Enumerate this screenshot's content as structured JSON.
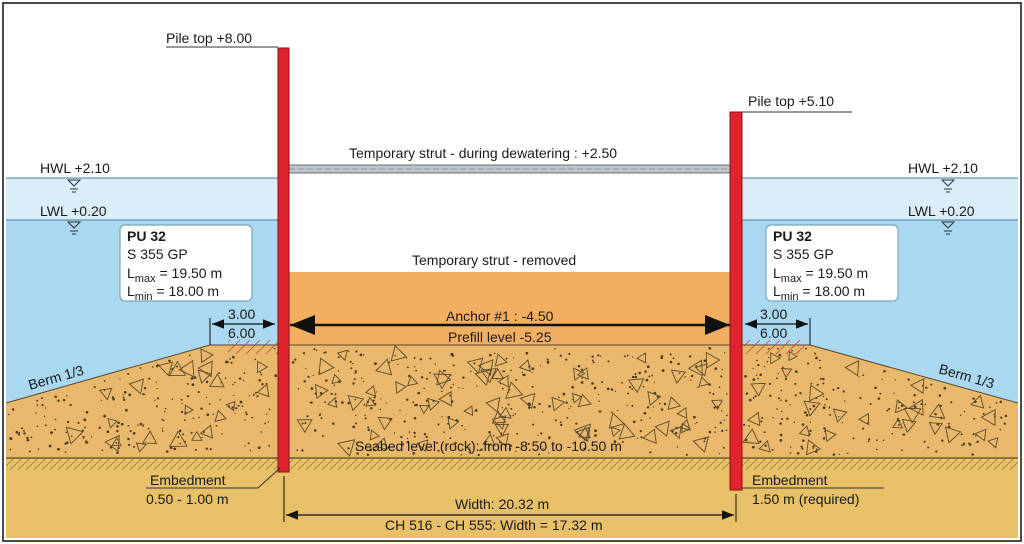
{
  "colors": {
    "water_hwl": "#d9eef8",
    "water_lwl": "#a9d8f0",
    "fill": "#f3ae62",
    "soil": "#e9b86d",
    "rock": "#e8c067",
    "pile": "#e0242e",
    "strut": "#bfc2c6",
    "box_border": "#7aa3bf",
    "frame": "#4a4a4a"
  },
  "levels": {
    "hwl_left": "HWL +2.10",
    "hwl_right": "HWL +2.10",
    "lwl_left": "LWL +0.20",
    "lwl_right": "LWL +0.20"
  },
  "piles": {
    "left_top": "Pile top +8.00",
    "right_top": "Pile top +5.10"
  },
  "struts": {
    "dewatering": "Temporary strut - during dewatering : +2.50",
    "removed": "Temporary strut - removed"
  },
  "pile_info_left": {
    "type": "PU 32",
    "steel": "S 355 GP",
    "lmax_L": "L",
    "lmax_sub": "max",
    "lmax_val": " = 19.50 m",
    "lmin_L": "L",
    "lmin_sub": "min",
    "lmin_val": " = 18.00 m"
  },
  "pile_info_right": {
    "type": "PU 32",
    "steel": "S 355 GP",
    "lmax_L": "L",
    "lmax_sub": "max",
    "lmax_val": " = 19.50 m",
    "lmin_L": "L",
    "lmin_sub": "min",
    "lmin_val": " = 18.00 m"
  },
  "dims": {
    "left_top": "3.00",
    "left_bottom": "6.00",
    "right_top": "3.00",
    "right_bottom": "6.00",
    "anchor": "Anchor #1 : -4.50",
    "prefill": "Prefill level -5.25",
    "width": "Width:  20.32 m",
    "width_ch": "CH 516 - CH 555: Width = 17.32 m"
  },
  "berm": {
    "left": "Berm 1/3",
    "right": "Berm 1/3"
  },
  "seabed": "Seabed level (rock): from -8.50 to -10.50 m",
  "embedment_left": {
    "title": "Embedment",
    "value": "0.50 - 1.00 m"
  },
  "embedment_right": {
    "title": "Embedment",
    "value": "1.50 m (required)"
  }
}
